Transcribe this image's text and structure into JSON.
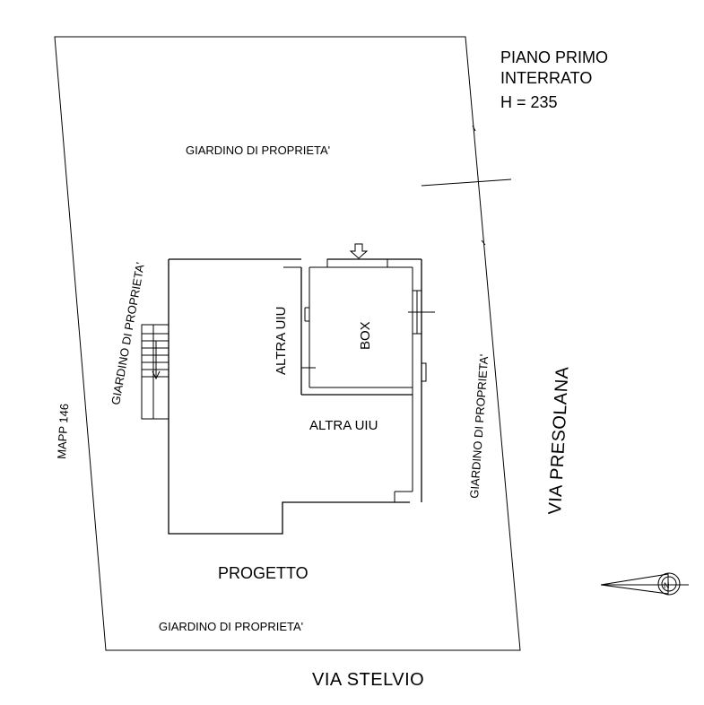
{
  "header": {
    "floor_line1": "PIANO  PRIMO",
    "floor_line2": "INTERRATO",
    "height": "H = 235"
  },
  "labels": {
    "garden_top": "GIARDINO DI PROPRIETA'",
    "garden_left": "GIARDINO DI PROPRIETA'",
    "garden_right": "GIARDINO DI PROPRIETA'",
    "garden_bottom": "GIARDINO DI PROPRIETA'",
    "mapp": "MAPP 146",
    "altra_uiu_vertical": "ALTRA UIU",
    "box": "BOX",
    "altra_uiu_horizontal": "ALTRA UIU",
    "progetto": "PROGETTO",
    "via_presolana": "VIA  PRESOLANA",
    "via_stelvio": "VIA  STELVIO"
  },
  "compass": {
    "icon": "north-compass-icon"
  }
}
